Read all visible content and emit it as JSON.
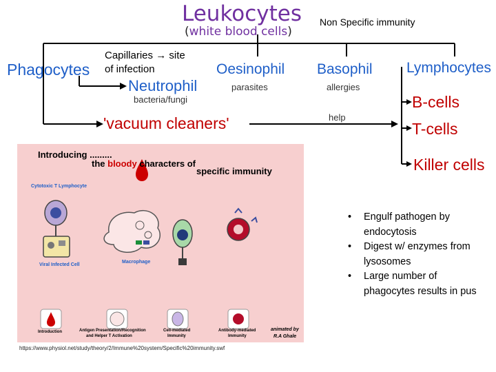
{
  "title": "Leukocytes",
  "subtitle": "white blood cells",
  "subtitle_open": "(",
  "subtitle_close": ")",
  "nonspecific": "Non Specific immunity",
  "capillaries_line1": "Capillaries → site",
  "capillaries_line2": "of infection",
  "phagocytes": "Phagocytes",
  "oesinophil": "Oesinophil",
  "oesinophil_sub": "parasites",
  "basophil": "Basophil",
  "basophil_sub": "allergies",
  "lymphocytes": "Lymphocytes",
  "neutrophil": "Neutrophil",
  "neutrophil_sub": "bacteria/fungi",
  "vacuum": "'vacuum cleaners'",
  "help": "help",
  "bcells": "B-cells",
  "tcells": "T-cells",
  "killer": "Killer cells",
  "colors": {
    "blue": "#1f5fc8",
    "red": "#c00000",
    "purple": "#7030a0",
    "panel": "#f7cfcf"
  },
  "animation": {
    "line1": "Introducing .........",
    "line2_a": "the ",
    "line2_b": "bloody",
    "line2_c": " characters of",
    "line3": "specific immunity",
    "ctl": "Cytotoxic T Lymphocyte",
    "viral": "Viral Infected Cell",
    "macrophage": "Macrophage",
    "icons": [
      {
        "label1": "Introduction",
        "label2": ""
      },
      {
        "label1": "Antigen Presentation/Recognition",
        "label2": "and Helper T Activation"
      },
      {
        "label1": "Cell-mediated",
        "label2": "Immunity"
      },
      {
        "label1": "Antibody-mediated",
        "label2": "Immunity"
      }
    ],
    "credit1": "animated by",
    "credit2": "R.A Ghale",
    "url": "https://www.physiol.net/study/theory/2/Immune%20system/Specific%20immunity.swf"
  },
  "bullets": [
    "Engulf pathogen by endocytosis",
    "Digest w/ enzymes from lysosomes",
    "Large number of phagocytes results in pus"
  ]
}
